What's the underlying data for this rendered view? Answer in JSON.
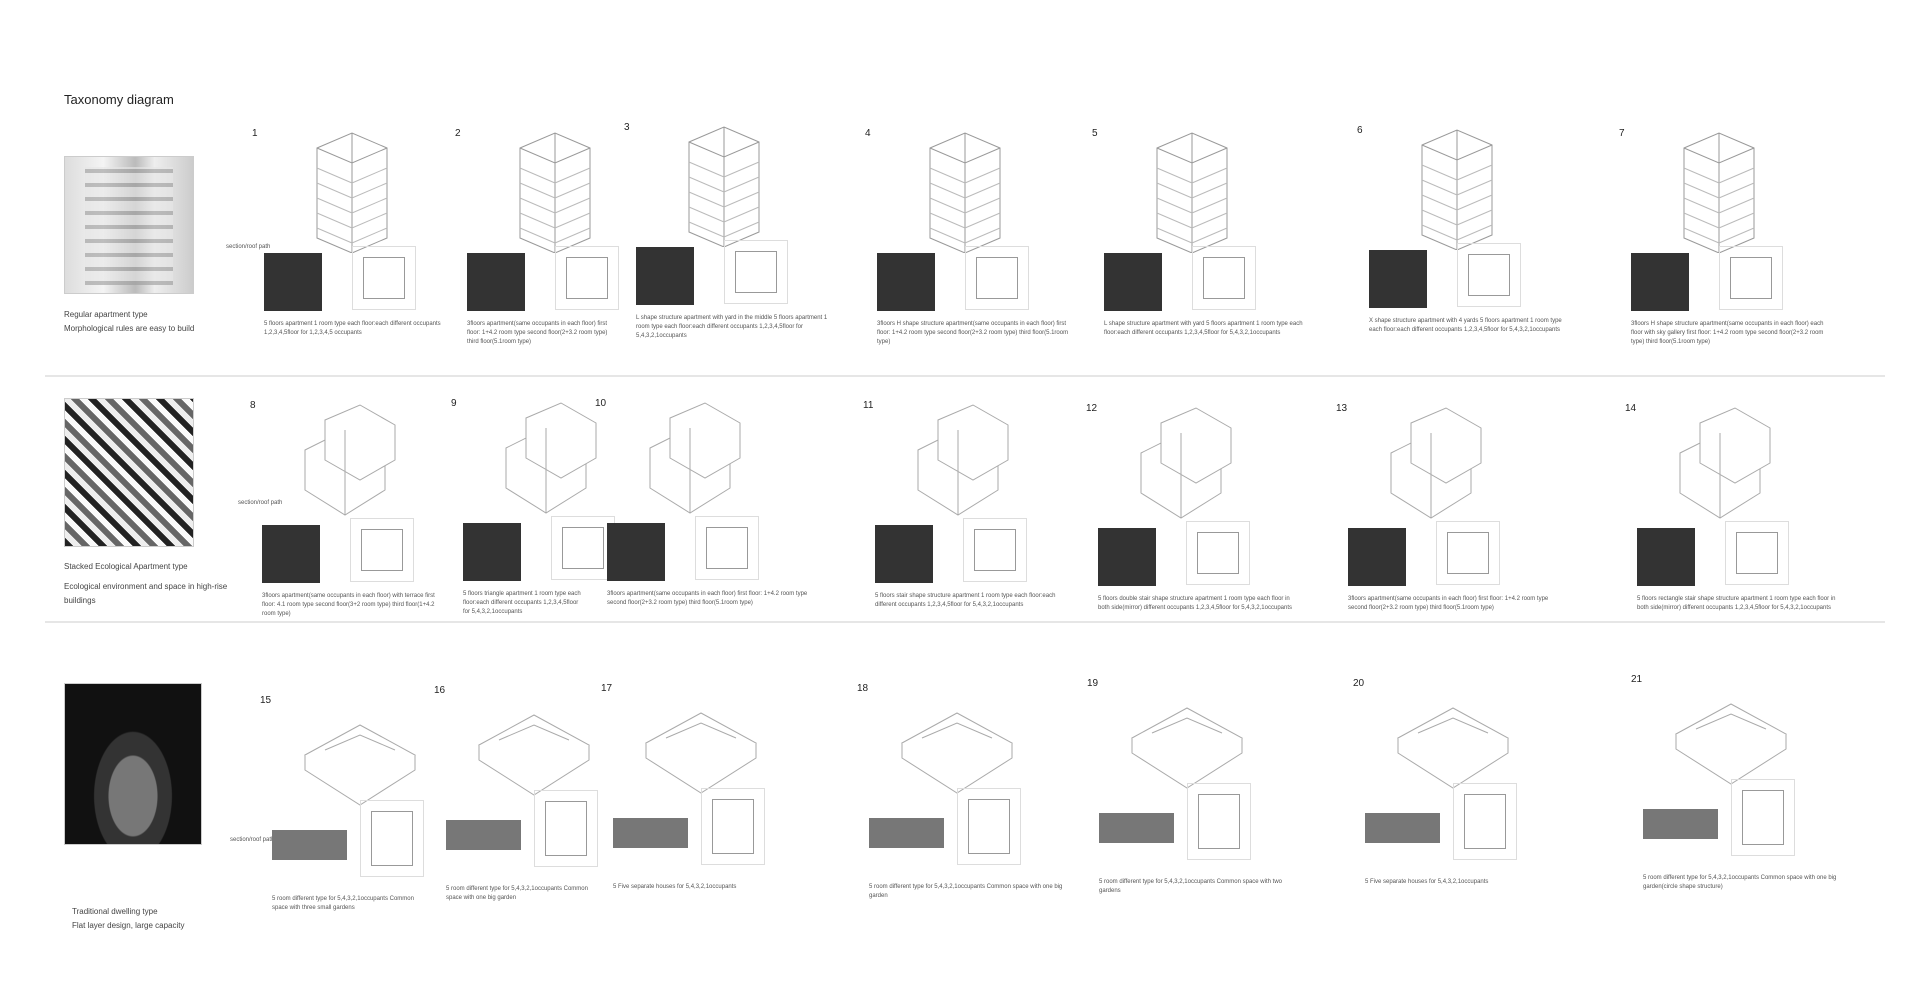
{
  "title": "Taxonomy diagram",
  "section_roof_label": "section/roof path",
  "categories": [
    {
      "name": "Regular apartment type",
      "desc": "Morphological rules are easy to build"
    },
    {
      "name": "Stacked Ecological Apartment type",
      "desc": "Ecological environment and space in high-rise buildings"
    },
    {
      "name": "Traditional dwelling type",
      "desc": "Flat layer design, large capacity"
    }
  ],
  "items": [
    {
      "num": "1",
      "caption": "5 floors apartment 1 room type each floor:each different occupants 1,2,3,4,5floor for 1,2,3,4,5 occupants"
    },
    {
      "num": "2",
      "caption": "3floors apartment(same occupants in each floor) first floor: 1+4.2 room type second floor(2+3.2 room type) third floor(5.1room type)"
    },
    {
      "num": "3",
      "caption": "L shape structure apartment with yard in the middle 5 floors apartment 1 room type each floor:each different occupants 1,2,3,4,5floor for 5,4,3,2,1occupants"
    },
    {
      "num": "4",
      "caption": "3floors H shape structure apartment(same occupants in each floor) first floor: 1+4.2 room type second floor(2+3.2 room type) third floor(5.1room type)"
    },
    {
      "num": "5",
      "caption": "L shape structure apartment with yard 5 floors apartment 1 room type each floor:each different occupants 1,2,3,4,5floor for 5,4,3,2,1occupants"
    },
    {
      "num": "6",
      "caption": "X shape structure apartment with 4 yards 5 floors apartment 1 room type each floor:each different occupants 1,2,3,4,5floor for 5,4,3,2,1occupants"
    },
    {
      "num": "7",
      "caption": "3floors H shape structure apartment(same occupants in each floor) each floor with sky gallery first floor: 1+4.2 room type second floor(2+3.2 room type) third floor(5.1room type)"
    },
    {
      "num": "8",
      "caption": "3floors apartment(same occupants in each floor) with terrace first floor: 4.1 room type second floor(3+2 room type) third floor(1+4.2 room type)"
    },
    {
      "num": "9",
      "caption": "5 floors triangle apartment 1 room type each floor:each different occupants 1,2,3,4,5floor for 5,4,3,2,1occupants"
    },
    {
      "num": "10",
      "caption": "3floors apartment(same occupants in each floor) first floor: 1+4.2 room type second floor(2+3.2 room type) third floor(5.1room type)"
    },
    {
      "num": "11",
      "caption": "5 floors stair shape structure apartment 1 room type each floor:each different occupants 1,2,3,4,5floor for 5,4,3,2,1occupants"
    },
    {
      "num": "12",
      "caption": "5 floors double stair shape structure apartment 1 room type each floor in both side(mirror) different occupants 1,2,3,4,5floor for 5,4,3,2,1occupants"
    },
    {
      "num": "13",
      "caption": "3floors apartment(same occupants in each floor) first floor: 1+4.2 room type second floor(2+3.2 room type) third floor(5.1room type)"
    },
    {
      "num": "14",
      "caption": "5 floors rectangle stair shape structure apartment 1 room type each floor in both side(mirror) different occupants 1,2,3,4,5floor for 5,4,3,2,1occupants"
    },
    {
      "num": "15",
      "caption": "5 room different type for 5,4,3,2,1occupants Common space with three small gardens"
    },
    {
      "num": "16",
      "caption": "5 room different type for 5,4,3,2,1occupants Common space with one big garden"
    },
    {
      "num": "17",
      "caption": "5 Five separate houses for 5,4,3,2,1occupants"
    },
    {
      "num": "18",
      "caption": "5 room different type for 5,4,3,2,1occupants Common space with one big garden"
    },
    {
      "num": "19",
      "caption": "5 room different type for 5,4,3,2,1occupants Common space with two gardens"
    },
    {
      "num": "20",
      "caption": "5 Five separate houses for 5,4,3,2,1occupants"
    },
    {
      "num": "21",
      "caption": "5 room different type for 5,4,3,2,1occupants Common space with one big garden(circle shape structure)"
    }
  ]
}
